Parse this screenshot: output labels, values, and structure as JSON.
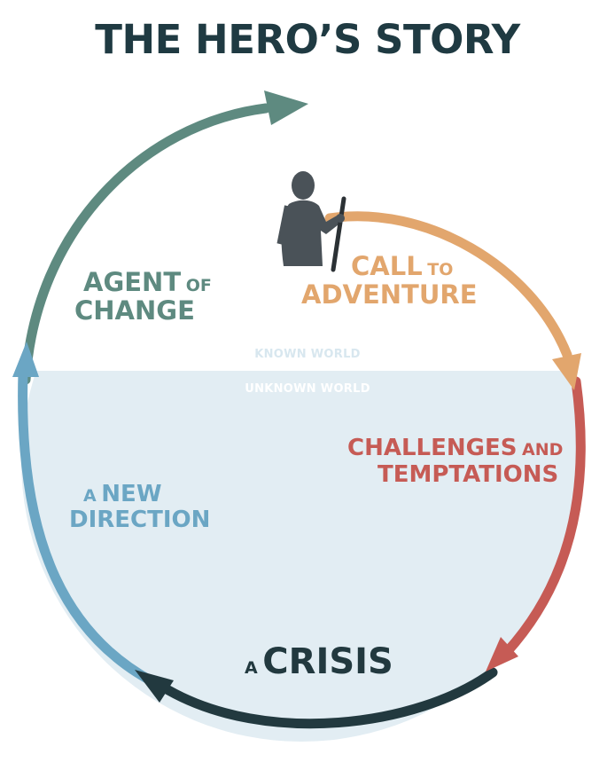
{
  "title": "THE HERO’S STORY",
  "worlds": {
    "known": "KNOWN WORLD",
    "unknown": "UNKNOWN WORLD"
  },
  "stages": {
    "call": {
      "word1": "CALL",
      "word2": "TO",
      "word3": "ADVENTURE"
    },
    "challenges": {
      "word1": "CHALLENGES",
      "word2": "AND",
      "word3": "TEMPTATIONS"
    },
    "crisis": {
      "word1": "A",
      "word2": "CRISIS"
    },
    "direction": {
      "word1": "A",
      "word2": "NEW",
      "word3": "DIRECTION"
    },
    "agent": {
      "word1": "AGENT",
      "word2": "OF",
      "word3": "CHANGE"
    }
  },
  "colors": {
    "title": "#1f3a42",
    "call": "#e2a66d",
    "challenges": "#c65b55",
    "crisis": "#22393f",
    "direction": "#6ba6c4",
    "agent": "#5e8a80",
    "unknown_fill": "#e2edf3",
    "world_text": "#d8e7ef",
    "hero": "#4a5258"
  },
  "icons": {
    "hero": "hiker-with-staff-icon"
  }
}
